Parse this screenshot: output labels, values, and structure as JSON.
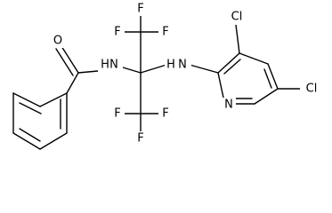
{
  "molecule": {
    "atoms": {
      "O": "O",
      "N_amide": "N",
      "H_amide": "H",
      "N_amine": "N",
      "H_amine": "H",
      "N_pyridine": "N",
      "Cl_3": "Cl",
      "Cl_5": "Cl",
      "F": "F"
    },
    "colors": {
      "bond": "#000000",
      "label": "#000000",
      "background": "#ffffff"
    }
  }
}
